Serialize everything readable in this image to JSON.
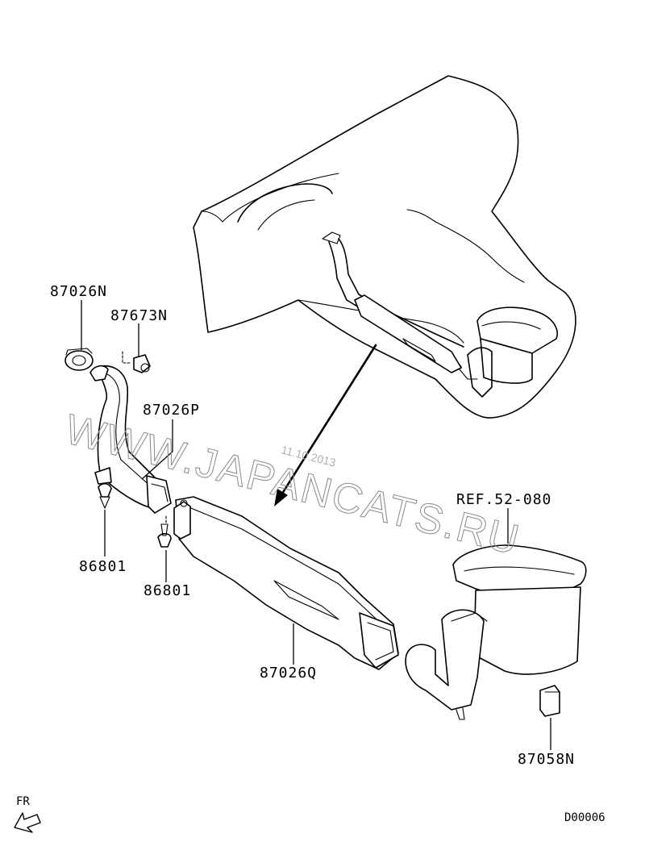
{
  "parts": {
    "p87026n": "87026N",
    "p87673n": "87673N",
    "p87026p": "87026P",
    "p86801_a": "86801",
    "p86801_b": "86801",
    "p87026q": "87026Q",
    "ref": "REF.52-080",
    "p87058n": "87058N"
  },
  "direction_label": "FR",
  "diagram_code": "D00006",
  "watermark": {
    "text": "WWW.JAPANCATS.RU",
    "date": "11.10.2013"
  }
}
